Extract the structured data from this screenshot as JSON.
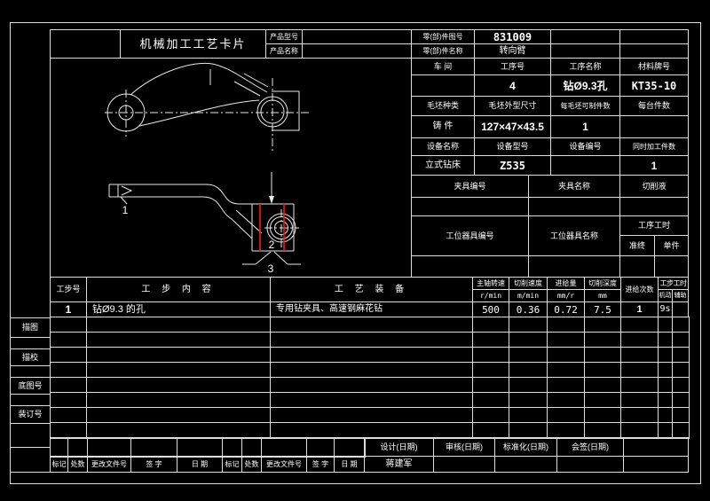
{
  "sheet": {
    "title": "机械加工工艺卡片",
    "product_model_label": "产品型号",
    "product_name_label": "产品名称",
    "part_no_label": "零(部)件图号",
    "part_no": "831009",
    "part_name_label": "零(部)件名称",
    "part_name": "转向臂"
  },
  "info": {
    "workshop_label": "车  间",
    "op_no_label": "工序号",
    "op_no": "4",
    "op_name_label": "工序名称",
    "op_name": "钻Ø9.3孔",
    "material_label": "材料牌号",
    "material": "KT35-10",
    "blank_type_label": "毛坯种类",
    "blank_type": "铸  件",
    "blank_size_label": "毛坯外型尺寸",
    "blank_size": "127×47×43.5",
    "per_blank_label": "每毛坯可制件数",
    "per_blank": "1",
    "per_unit_label": "每台件数",
    "equip_name_label": "设备名称",
    "equip_name": "立式钻床",
    "equip_model_label": "设备型号",
    "equip_model": "Z535",
    "equip_no_label": "设备编号",
    "simul_label": "同时加工件数",
    "simul": "1",
    "fixture_no_label": "夹具编号",
    "fixture_name_label": "夹具名称",
    "coolant_label": "切削液",
    "tool_no_label": "工位器具编号",
    "tool_name_label": "工位器具名称",
    "op_time_label": "工序工时",
    "prep_label": "准终",
    "unit_label": "单件"
  },
  "steps": {
    "no_label": "工步号",
    "content_label": "工 步 内 容",
    "equip_label": "工 艺 装 备",
    "spindle_label": "主轴转速",
    "spindle_unit": "r/min",
    "speed_label": "切削速度",
    "speed_unit": "m/min",
    "feed_label": "进给量",
    "feed_unit": "mm/r",
    "depth_label": "切削深度",
    "depth_unit": "mm",
    "passes_label": "进给次数",
    "time_label": "工步工时",
    "machine_label": "机动",
    "aux_label": "辅助",
    "rows": [
      {
        "no": "1",
        "content": "钻Ø9.3 的孔",
        "equipment": "专用钻夹具、高速钢麻花钻",
        "spindle": "500",
        "speed": "0.36",
        "feed": "0.72",
        "depth": "7.5",
        "passes": "1",
        "machine_time": "9s",
        "aux_time": ""
      }
    ]
  },
  "margin": {
    "tracing": "描图",
    "tracing_check": "描校",
    "base_no": "底图号",
    "binding_no": "装订号"
  },
  "footer": {
    "change_headers": [
      "标记",
      "处数",
      "更改文件号",
      "签  字",
      "日  期",
      "标记",
      "处数",
      "更改文件号",
      "签  字",
      "日  期"
    ],
    "design_label": "设计(日期)",
    "review_label": "审核(日期)",
    "standard_label": "标准化(日期)",
    "countersign_label": "会签(日期)",
    "designer": "蒋建军"
  },
  "drawing": {
    "label_1": "1",
    "label_2": "2",
    "label_3": "3",
    "accent_color": "#ff1414",
    "line_color": "#e8e8e8"
  }
}
